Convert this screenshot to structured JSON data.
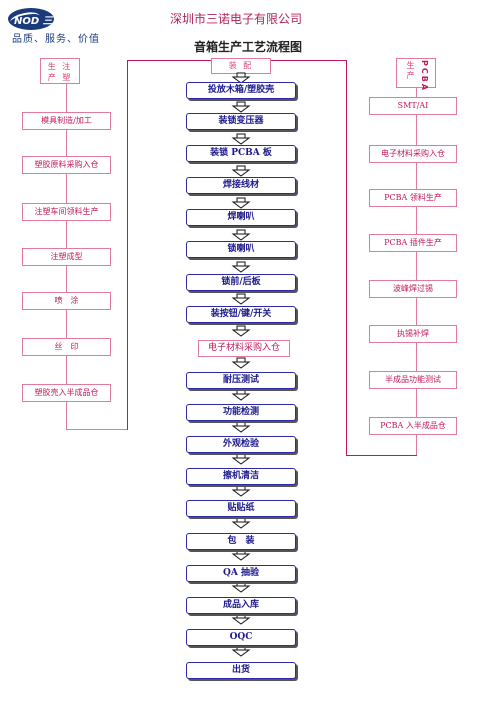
{
  "header": {
    "logo": "NOD 三诺",
    "slogan": "品质、服务、价值",
    "company": "深圳市三诺电子有限公司",
    "title": "音箱生产工艺流程图"
  },
  "assembly_label": "装 配",
  "left": {
    "category": [
      "生 注",
      "产 塑"
    ],
    "steps": [
      "模具制造/加工",
      "塑胶原料采购入仓",
      "注塑车间领料生产",
      "注塑成型",
      "喷　涂",
      "丝　印",
      "塑胶壳入半成品仓"
    ]
  },
  "right": {
    "category_a": "生产",
    "category_b": "PCBA",
    "steps": [
      "SMT/AI",
      "电子材料采购入仓",
      "PCBA 领料生产",
      "PCBA 插件生产",
      "波峰焊过锡",
      "执锡补焊",
      "半成品功能测试",
      "PCBA 入半成品仓"
    ]
  },
  "center": {
    "steps": [
      "投放木箱/塑胶壳",
      "装锁变压器",
      "装锁 PCBA 板",
      "焊接线材",
      "焊喇叭",
      "锁喇叭",
      "锁前/后板",
      "装按钮/键/开关",
      "电子材料采购入仓",
      "耐压测试",
      "功能检测",
      "外观检验",
      "擦机清洁",
      "贴贴纸",
      "包　装",
      "QA 抽验",
      "成品入库",
      "OQC",
      "出货"
    ]
  }
}
